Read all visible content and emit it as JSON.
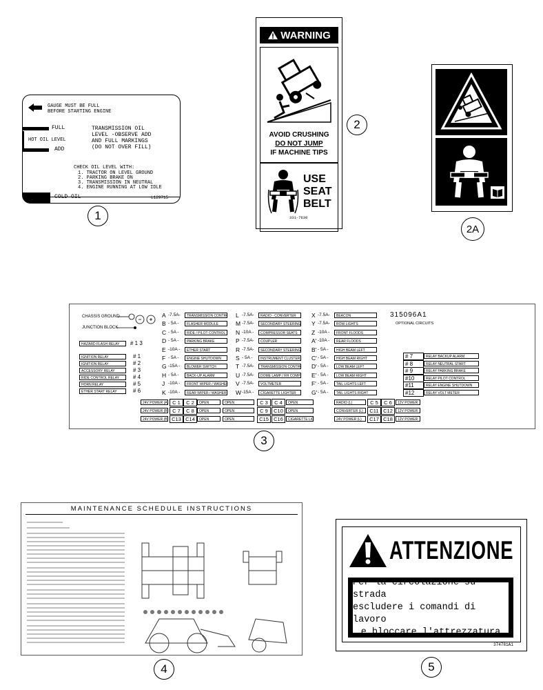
{
  "decal1": {
    "callout": "1",
    "line1": "GAUGE MUST BE FULL",
    "line2": "BEFORE STARTING ENGINE",
    "full": "FULL",
    "hot_oil_level": "HOT OIL LEVEL",
    "add": "ADD",
    "trans1": "TRANSMISSION OIL",
    "trans2": "LEVEL -OBSERVE ADD",
    "trans3": "AND FULL MARKINGS",
    "trans4": "(DO NOT OVER FILL)",
    "check": "CHECK OIL LEVEL WITH:",
    "step1": "1. TRACTOR ON LEVEL GROUND",
    "step2": "2. PARKING BRAKE ON",
    "step3": "3. TRANSMISSION IN NEUTRAL",
    "step4": "4. ENGINE RUNNING AT LOW IDLE",
    "cold_oil": "COLD OIL",
    "part_no": "L129715"
  },
  "decal2": {
    "callout": "2",
    "header": "WARNING",
    "avoid": "AVOID CRUSHING",
    "do_not_jump": "DO NOT JUMP",
    "if_tips": "IF MACHINE TIPS",
    "use": "USE",
    "seat": "SEAT",
    "belt": "BELT",
    "part_no": "331-7630"
  },
  "decal2a": {
    "callout": "2A"
  },
  "decal3": {
    "callout": "3",
    "chassis_ground": "CHASSIS GROUND",
    "junction_block": "JUNCTION BLOCK",
    "part_no": "315096A1",
    "optional_circuits": "OPTIONAL CIRCUITS",
    "hazard_label": "HAZARD FLASH RELAY",
    "hazard_num": "# 1 3",
    "relays_left": [
      {
        "label": "IGNITION RELAY",
        "num": "# 1"
      },
      {
        "label": "IGNITION RELAY",
        "num": "# 2"
      },
      {
        "label": "ACCESSORY RELAY",
        "num": "# 3"
      },
      {
        "label": "RIDE CONTROL RELAY",
        "num": "# 4"
      },
      {
        "label": "HORN RELAY",
        "num": "# 5"
      },
      {
        "label": "ETHER START RELAY",
        "num": "# 6"
      }
    ],
    "fuses_a": [
      {
        "letter": "A",
        "amp": "-7.5A-",
        "label": "TRANSMISSION CONTROL"
      },
      {
        "letter": "B",
        "amp": "- 5A -",
        "label": "FLASHER MODULE"
      },
      {
        "letter": "C",
        "amp": "- 5A -",
        "label": "RIDE / PILOT CONTROL"
      },
      {
        "letter": "D",
        "amp": "- 5A -",
        "label": "PARKING BRAKE"
      },
      {
        "letter": "E",
        "amp": "-10A -",
        "label": "ETHER START"
      },
      {
        "letter": "F",
        "amp": "- 5A -",
        "label": "ENGINE SHUTDOWN"
      },
      {
        "letter": "G",
        "amp": "-15A -",
        "label": "BLOWER SWITCH"
      },
      {
        "letter": "H",
        "amp": "- 5A -",
        "label": "BACK-UP ALARM"
      },
      {
        "letter": "J",
        "amp": "-10A -",
        "label": "FRONT WIPER / WASHER"
      },
      {
        "letter": "K",
        "amp": "-10A -",
        "label": "REAR WIPER / WASHER"
      }
    ],
    "fuses_l": [
      {
        "letter": "L",
        "amp": "-7.5A-",
        "label": "RADIO - CONVERTER"
      },
      {
        "letter": "M",
        "amp": "-7.5A-",
        "label": "SECONDARY STEERING"
      },
      {
        "letter": "N",
        "amp": "-10A -",
        "label": "COMPRESSOR SEATS"
      },
      {
        "letter": "P",
        "amp": "-7.5A-",
        "label": "COUPLER"
      },
      {
        "letter": "R",
        "amp": "-7.5A-",
        "label": "SECONDARY STEERING"
      },
      {
        "letter": "S",
        "amp": "- 5A -",
        "label": "INSTRUMENT CLUSTER"
      },
      {
        "letter": "T",
        "amp": "-7.5A-",
        "label": "TRANSMISSION CONTROL"
      },
      {
        "letter": "U",
        "amp": "-7.5A-",
        "label": "DOME LAMP / RH COMP HORN"
      },
      {
        "letter": "V",
        "amp": "-7.5A-",
        "label": "VOLTMETER"
      },
      {
        "letter": "W",
        "amp": "-15A -",
        "label": "CIGARETTE LIGHTER"
      }
    ],
    "fuses_x": [
      {
        "letter": "X",
        "amp": "-7.5A-",
        "label": "BEACON"
      },
      {
        "letter": "Y",
        "amp": "-7.5A-",
        "label": "ROW LIGHTS"
      },
      {
        "letter": "Z",
        "amp": "-10A -",
        "label": "FRONT FLOODS"
      },
      {
        "letter": "A'",
        "amp": "-10A -",
        "label": "REAR FLOODS"
      },
      {
        "letter": "B'",
        "amp": "- 5A -",
        "label": "HIGH BEAM LEFT"
      },
      {
        "letter": "C'",
        "amp": "- 5A -",
        "label": "HIGH BEAM RIGHT"
      },
      {
        "letter": "D'",
        "amp": "- 5A -",
        "label": "LOW BEAM LEFT"
      },
      {
        "letter": "E'",
        "amp": "- 5A -",
        "label": "LOW BEAM RIGHT"
      },
      {
        "letter": "F'",
        "amp": "- 5A -",
        "label": "TAIL LIGHTS LEFT"
      },
      {
        "letter": "G'",
        "amp": "- 5A -",
        "label": "TAIL LIGHTS RIGHT"
      }
    ],
    "relays_right": [
      {
        "num": "# 7",
        "label": "RELAY BACKUP ALARM"
      },
      {
        "num": "# 8",
        "label": "RELAY NEUTRAL START"
      },
      {
        "num": "# 9",
        "label": "RELAY PARKING BRAKE"
      },
      {
        "num": "#10",
        "label": "RELAY PILOT CONTROL"
      },
      {
        "num": "#11",
        "label": "RELAY ENGINE SHUTDOWN"
      },
      {
        "num": "#12",
        "label": "RELAY VOLT METER"
      }
    ],
    "cstrip": [
      {
        "lab": "24V POWER (A)",
        "c1": "C 1",
        "c2": "C 2",
        "r": "OPEN",
        "open2": "OPEN",
        "c3": "C 3",
        "c4": "C 4",
        "r2": "OPEN",
        "lab3": "RADIO (L)",
        "c5": "C 5",
        "c6": "C 6",
        "r3": "12V POWER"
      },
      {
        "lab": "24V POWER (B)",
        "c1": "C 7",
        "c2": "C 8",
        "r": "OPEN",
        "open2": "OPEN",
        "c3": "C 9",
        "c4": "C10",
        "r2": "OPEN",
        "lab3": "CONVERTER (L)",
        "c5": "C11",
        "c6": "C12",
        "r3": "12V POWER"
      },
      {
        "lab": "24V POWER (B)",
        "c1": "C13",
        "c2": "C14",
        "r": "OPEN",
        "open2": "OPEN",
        "c3": "C15",
        "c4": "C16",
        "r2": "CIGARETTE LIGHTER (W)",
        "lab3": "24V POWER (L)",
        "c5": "C17",
        "c6": "C18",
        "r3": "12V POWER"
      }
    ]
  },
  "decal4": {
    "callout": "4",
    "title": "MAINTENANCE SCHEDULE INSTRUCTIONS"
  },
  "decal5": {
    "callout": "5",
    "header": "ATTENZIONE",
    "line1": "Per la circolazione su strada",
    "line2": "escludere i comandi di lavoro",
    "line3": "e bloccare l'attrezzatura",
    "part_no": "374781A1"
  }
}
